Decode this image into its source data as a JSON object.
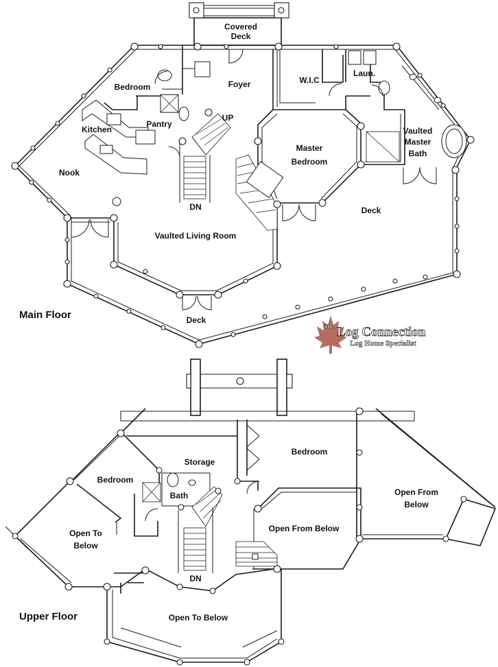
{
  "main_floor": {
    "title": "Main Floor",
    "rooms": {
      "covered_deck_1": "Covered",
      "covered_deck_2": "Deck",
      "bedroom": "Bedroom",
      "foyer": "Foyer",
      "wic": "W.I.C",
      "laundry": "Laun.",
      "kitchen": "Kitchen",
      "pantry": "Pantry",
      "up": "UP",
      "master_1": "Master",
      "master_2": "Bedroom",
      "vaulted_bath_1": "Vaulted",
      "vaulted_bath_2": "Master",
      "vaulted_bath_3": "Bath",
      "nook": "Nook",
      "dn": "DN",
      "deck_right": "Deck",
      "living_room": "Vaulted Living Room",
      "deck_bottom": "Deck"
    }
  },
  "upper_floor": {
    "title": "Upper Floor",
    "rooms": {
      "storage": "Storage",
      "bedroom_center": "Bedroom",
      "bedroom_left": "Bedroom",
      "bath": "Bath",
      "open_right_1": "Open From",
      "open_right_2": "Below",
      "open_left_1": "Open To",
      "open_left_2": "Below",
      "open_center": "Open From Below",
      "dn": "DN",
      "open_bottom": "Open To Below"
    }
  },
  "logo": {
    "small": "The",
    "name": "Log Connection",
    "tagline": "Log Home Specialist",
    "leaf_color": "#9c3b2a"
  }
}
